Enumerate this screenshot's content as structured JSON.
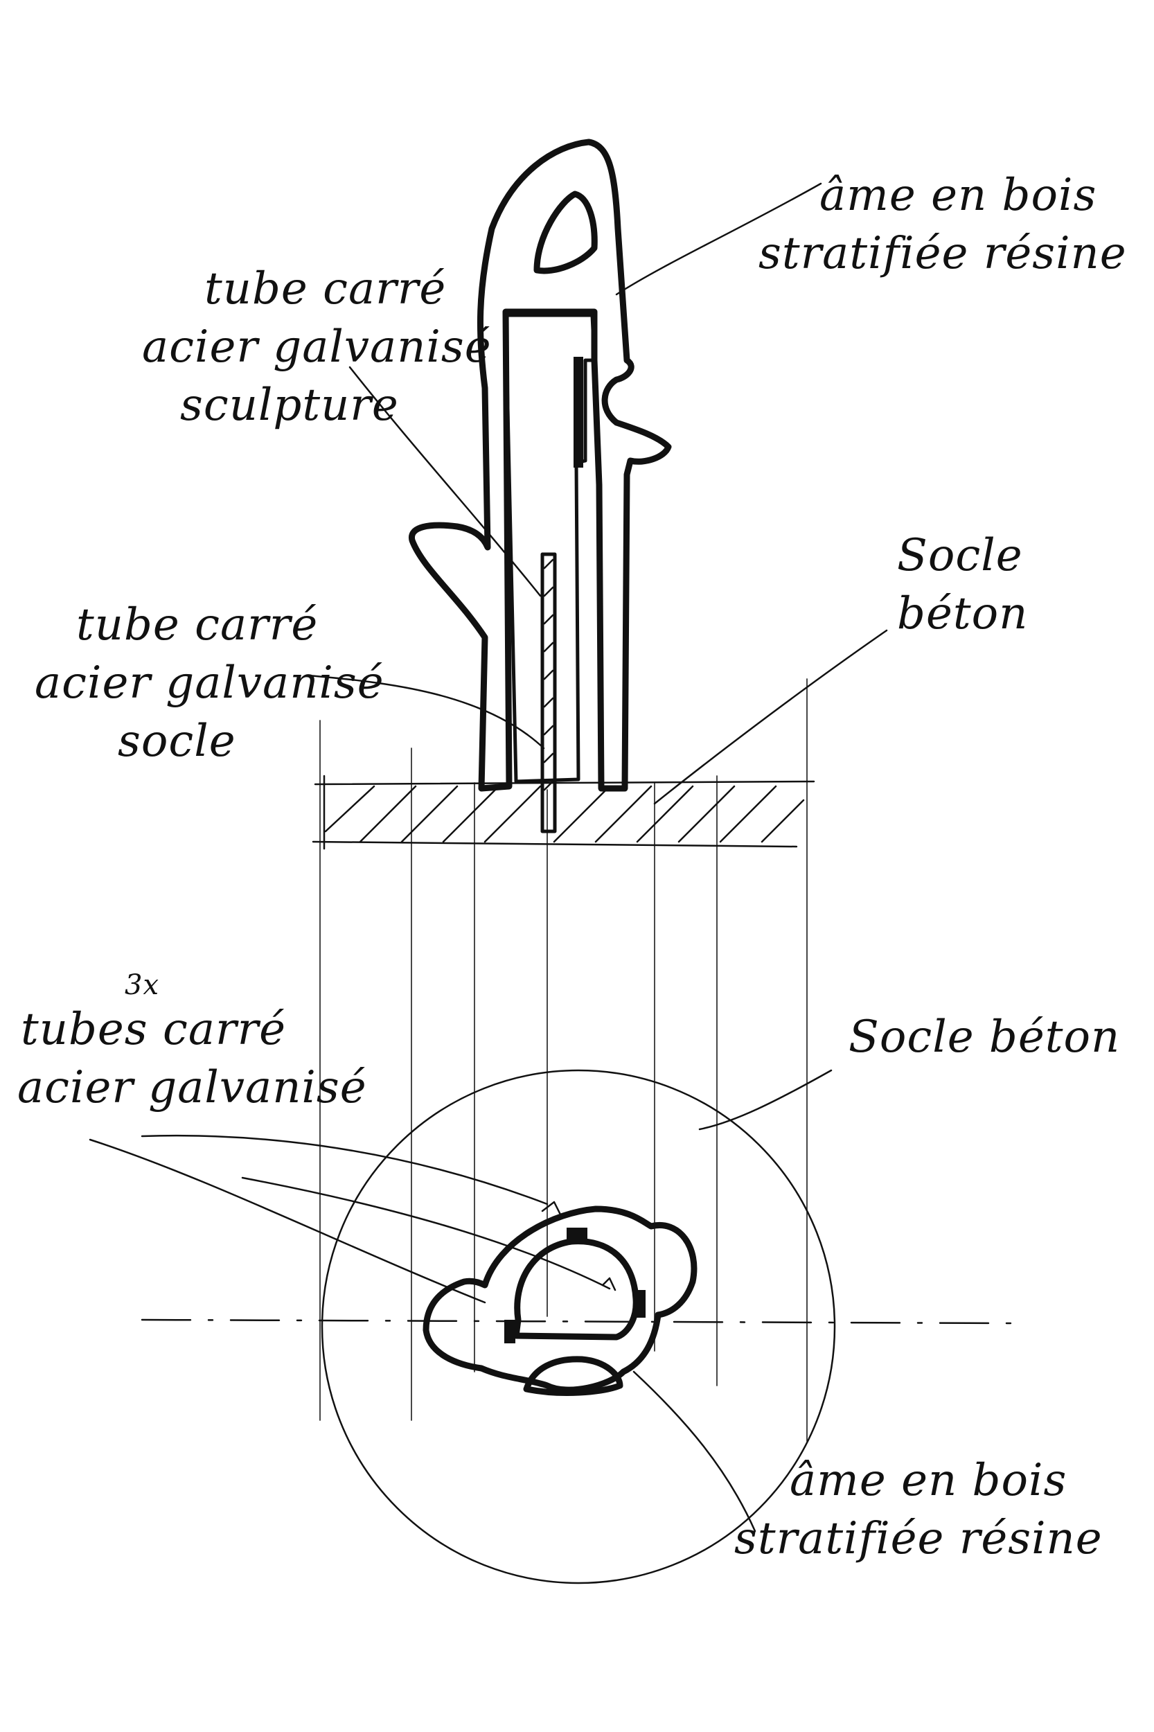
{
  "labels": {
    "ame_top": [
      "âme en bois",
      "stratifiée résine"
    ],
    "tube_sculpture": [
      "tube carré",
      "acier galvanisé",
      "sculpture"
    ],
    "tube_socle": [
      "tube carré",
      "acier galvanisé",
      "socle"
    ],
    "socle_beton_top": [
      "Socle",
      "béton"
    ],
    "tubes_plan": [
      "3x",
      "tubes carré",
      "acier galvanisé"
    ],
    "socle_beton_plan": "Socle béton",
    "ame_bottom": [
      "âme en bois",
      "stratifiée résine"
    ]
  },
  "colors": {
    "ink": "#111111",
    "paper": "#ffffff"
  }
}
